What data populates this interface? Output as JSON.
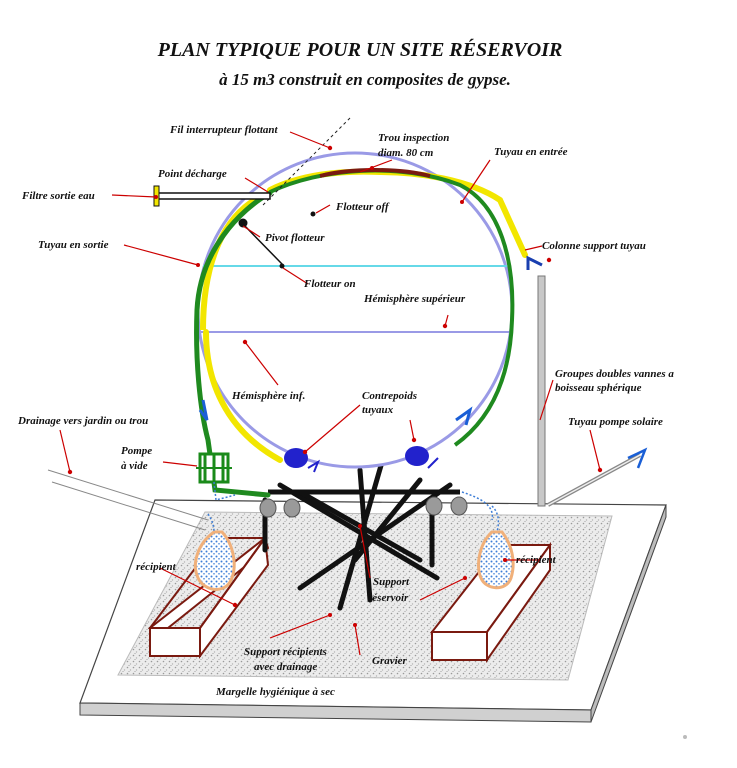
{
  "title": {
    "line1": "PLAN TYPIQUE POUR UN SITE RÉSERVOIR",
    "line2": "à 15 m3 construit en composites de gypse."
  },
  "labels": {
    "fil_interrupteur": "Fil interrupteur flottant",
    "trou_inspection_1": "Trou inspection",
    "trou_inspection_2": "diam. 80 cm",
    "tuyau_entree": "Tuyau en entrée",
    "point_decharge": "Point décharge",
    "filtre_sortie": "Filtre sortie eau",
    "flotteur_off": "Flotteur off",
    "pivot_flotteur": "Pivot flotteur",
    "tuyau_sortie": "Tuyau en sortie",
    "colonne_support": "Colonne support tuyau",
    "flotteur_on": "Flotteur on",
    "hemisphere_sup": "Hémisphère supérieur",
    "groupes_vannes_1": "Groupes doubles vannes a",
    "groupes_vannes_2": "boisseau sphérique",
    "hemisphere_inf": "Hémisphère inf.",
    "contrepoids_1": "Contrepoids",
    "contrepoids_2": "tuyaux",
    "drainage": "Drainage vers jardin ou trou",
    "tuyau_pompe_solaire": "Tuyau pompe solaire",
    "pompe_1": "Pompe",
    "pompe_2": "à vide",
    "recipient_left": "récipient",
    "recipient_right": "récipient",
    "support_reservoir_1": "Support",
    "support_reservoir_2": "réservoir",
    "support_recipients_1": "Support récipients",
    "support_recipients_2": "avec drainage",
    "gravier": "Gravier",
    "margelle": "Margelle hygiénique à sec"
  },
  "colors": {
    "green_pipe": "#1f8a1f",
    "yellow_pipe": "#f2e600",
    "tank_outline": "#9a9ae6",
    "water_line": "#66d9e8",
    "pointer_red": "#cc0000",
    "counterweight_blue": "#2222cc",
    "blue_arrow": "#1a5fd6",
    "container_brown": "#7a1a10",
    "jar_orange": "#f0b07a",
    "jar_dots": "#3d7dd6",
    "pump_green": "#1a8a1a",
    "gravel_gray": "#d8d8d8",
    "valve_gray": "#9a9a9a"
  }
}
